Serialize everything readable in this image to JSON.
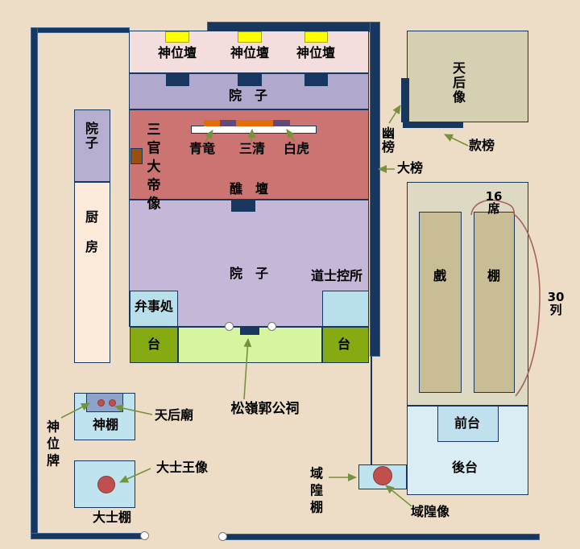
{
  "colors": {
    "background": "#eeddc6",
    "wall_navy": "#17375e",
    "arrow_green": "#76923c",
    "rows_arc_red": "#a8625a",
    "statue_red": "#c0504d",
    "altar_yellow": "#ffff00",
    "table_orange": "#e36d0a",
    "table_purple": "#5f4a7c"
  },
  "compound": {
    "altar_labels": [
      "神位壇",
      "神位壇",
      "神位壇"
    ],
    "upper_courtyard": "院　子",
    "deity_statue": "三\n官\n大\n帝\n像",
    "table_gods": [
      "青竜",
      "三清",
      "白虎"
    ],
    "altar_hall": "醮　壇",
    "main_courtyard": "院　子",
    "office": "弁事処",
    "daoist_lounge": "道士控所",
    "stage_left": "台",
    "stage_right": "台"
  },
  "west_wing": {
    "courtyard": "院\n子",
    "kitchen": "厨\n房"
  },
  "boards": {
    "tianhou_statue": "天\n后\n像",
    "ghost_board": "幽\n榜",
    "money_board": "款榜",
    "grand_board": "大榜"
  },
  "theater": {
    "seating_left": "戲",
    "seating_right": "棚",
    "seats": "16\n席",
    "rows": "30\n列",
    "front_stage": "前台",
    "back_stage": "後台"
  },
  "south_area": {
    "god_shed": "神棚",
    "tianhou_temple": "天后廟",
    "tablet": "神\n位\n牌",
    "dashi_statue": "大士王像",
    "dashi_shed": "大士棚",
    "guo_ancestral_hall": "松嶺郭公祠",
    "chenghuang_shed": "域\n隍\n棚",
    "chenghuang_statue": "域隍像"
  }
}
